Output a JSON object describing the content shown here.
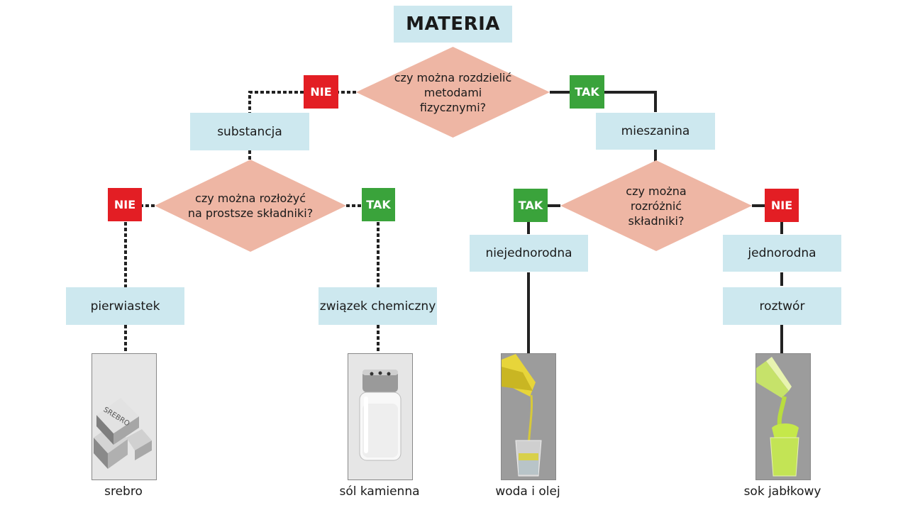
{
  "root": "MATERIA",
  "questions": {
    "q1": "czy można rozdzielić metodami fizycznymi?",
    "q2": "czy można rozłożyć na prostsze składniki?",
    "q3": "czy można rozróżnić składniki?"
  },
  "answers": {
    "yes": "TAK",
    "no": "NIE"
  },
  "nodes": {
    "substance": "substancja",
    "mixture": "mieszanina",
    "element": "pierwiastek",
    "compound": "związek chemiczny",
    "heterogeneous": "niejednorodna",
    "homogeneous": "jednorodna",
    "solution": "roztwór"
  },
  "examples": {
    "silver": "srebro",
    "salt": "sól kamienna",
    "water_oil": "woda i olej",
    "apple_juice": "sok jabłkowy"
  },
  "photo_labels": {
    "silver_ingot": "SREBRO"
  },
  "colors": {
    "box": "#cde8ef",
    "diamond": "#eeb6a4",
    "nie": "#e31e24",
    "tak": "#3aa33b",
    "line": "#222222"
  }
}
